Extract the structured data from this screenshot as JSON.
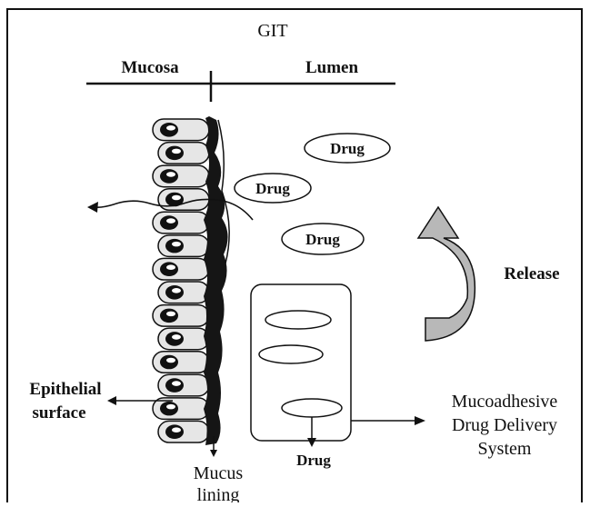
{
  "title": "GIT",
  "side_left": "Mucosa",
  "side_right": "Lumen",
  "drug_bubbles": [
    "Drug",
    "Drug",
    "Drug"
  ],
  "release_label": "Release",
  "epithelial_label": [
    "Epithelial",
    "surface"
  ],
  "mucus_label": [
    "Mucus",
    "lining"
  ],
  "bottom_drug_label": "Drug",
  "system_label": [
    "Mucoadhesive",
    "Drug Delivery",
    "System"
  ],
  "colors": {
    "stroke": "#111111",
    "cell_fill": "#e6e6e6",
    "mucus": "#151515",
    "arrow_fill": "#b8b8b8"
  }
}
